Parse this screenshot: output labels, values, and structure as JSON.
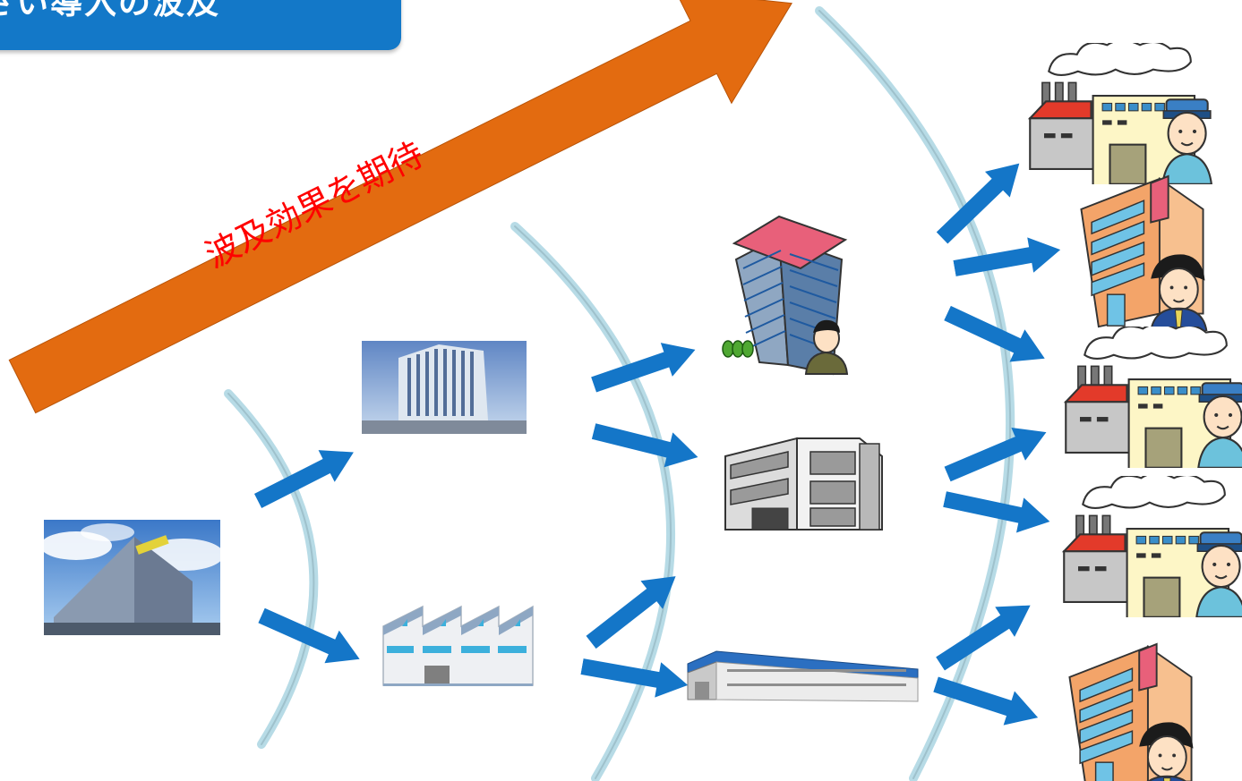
{
  "header": {
    "title": "さい導入の波及"
  },
  "big_arrow": {
    "label": "波及効果を期待",
    "color": "#e36b10",
    "label_color": "#ff0000"
  },
  "colors": {
    "flow_arrow": "#1476c8",
    "wave_arc": "#b7dbe6"
  },
  "nodes": [
    {
      "name": "origin-facility-photo",
      "icon": "warehouse-photo-icon"
    },
    {
      "name": "high-rise-building-photo",
      "icon": "building-photo-icon"
    },
    {
      "name": "factory-illustration",
      "icon": "factory-icon"
    },
    {
      "name": "office-tower",
      "icon": "office-tower-icon"
    },
    {
      "name": "office-building",
      "icon": "office-building-icon"
    },
    {
      "name": "warehouse",
      "icon": "warehouse-icon"
    },
    {
      "name": "factory-with-worker-1",
      "icon": "factory-worker-icon"
    },
    {
      "name": "building-with-businessman-1",
      "icon": "building-businessman-icon"
    },
    {
      "name": "factory-with-worker-2",
      "icon": "factory-worker-icon"
    },
    {
      "name": "factory-with-worker-3",
      "icon": "factory-worker-icon"
    },
    {
      "name": "building-with-businessman-2",
      "icon": "building-businessman-icon"
    }
  ]
}
